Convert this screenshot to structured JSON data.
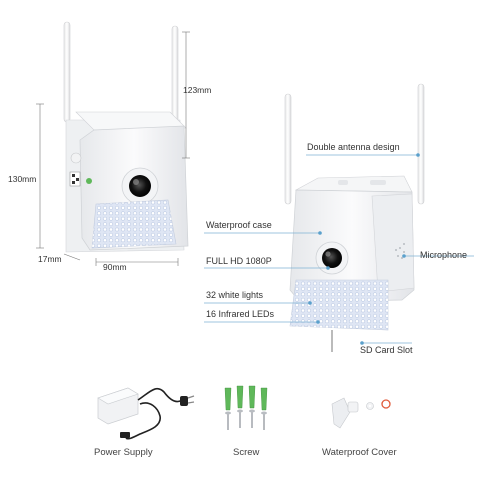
{
  "dimensions": {
    "height_antenna": "123mm",
    "height_body": "130mm",
    "depth": "17mm",
    "width": "90mm"
  },
  "callouts": {
    "antenna": "Double antenna design",
    "case": "Waterproof case",
    "resolution": "FULL HD 1080P",
    "microphone": "Microphone",
    "white_lights": "32 white lights",
    "infrared": "16 Infrared LEDs",
    "sd_slot": "SD Card Slot"
  },
  "accessories": {
    "power": "Power Supply",
    "screw": "Screw",
    "cover": "Waterproof Cover"
  },
  "colors": {
    "callout_line": "#7fb3d5",
    "callout_dot": "#5aa0cc",
    "device_body": "#f4f5f7",
    "led_panel": "#dfe6f4",
    "anchor_green": "#5fb85a"
  }
}
